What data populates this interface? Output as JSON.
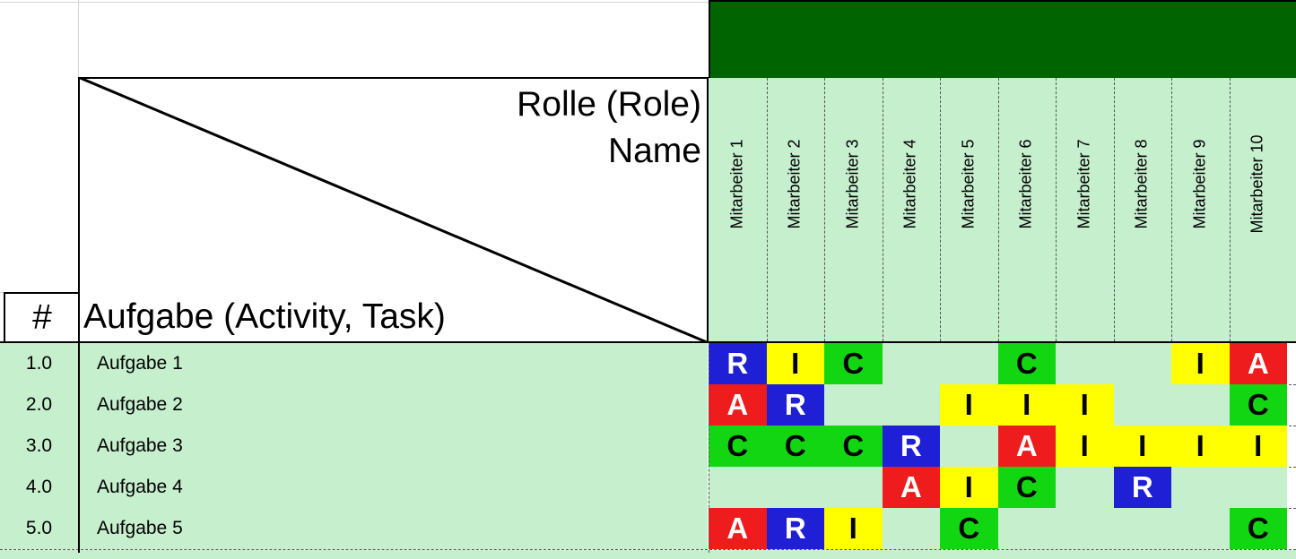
{
  "header": {
    "role_label": "Rolle (Role)",
    "name_label": "Name",
    "hash_label": "#",
    "task_label": "Aufgabe (Activity, Task)"
  },
  "columns": [
    "Mitarbeiter 1",
    "Mitarbeiter 2",
    "Mitarbeiter 3",
    "Mitarbeiter 4",
    "Mitarbeiter 5",
    "Mitarbeiter 6",
    "Mitarbeiter 7",
    "Mitarbeiter 8",
    "Mitarbeiter 9",
    "Mitarbeiter 10"
  ],
  "rows": [
    {
      "num": "1.0",
      "task": "Aufgabe 1",
      "cells": [
        "R",
        "I",
        "C",
        "",
        "",
        "C",
        "",
        "",
        "I",
        "A"
      ]
    },
    {
      "num": "2.0",
      "task": "Aufgabe 2",
      "cells": [
        "A",
        "R",
        "",
        "",
        "I",
        "I",
        "I",
        "",
        "",
        "C"
      ]
    },
    {
      "num": "3.0",
      "task": "Aufgabe 3",
      "cells": [
        "C",
        "C",
        "C",
        "R",
        "",
        "A",
        "I",
        "I",
        "I",
        "I"
      ]
    },
    {
      "num": "4.0",
      "task": "Aufgabe 4",
      "cells": [
        "",
        "",
        "",
        "A",
        "I",
        "C",
        "",
        "R",
        "",
        ""
      ]
    },
    {
      "num": "5.0",
      "task": "Aufgabe 5",
      "cells": [
        "A",
        "R",
        "I",
        "",
        "C",
        "",
        "",
        "",
        "",
        "C"
      ]
    }
  ],
  "colors": {
    "R": {
      "bg": "#1f1fd6",
      "fg": "#ffffff"
    },
    "A": {
      "bg": "#ee1c1c",
      "fg": "#ffffff"
    },
    "C": {
      "bg": "#11d611",
      "fg": "#000000"
    },
    "I": {
      "bg": "#ffff00",
      "fg": "#000000"
    },
    "empty": "#c6efce",
    "header_band": "#006400"
  }
}
